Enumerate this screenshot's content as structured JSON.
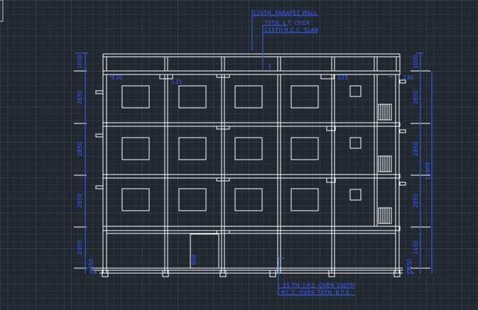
{
  "colors": {
    "background": "#212830",
    "grid_minor": "#2a323c",
    "grid_major": "#323c48",
    "drawing": "#ffffff",
    "annotation": "#3c5bff"
  },
  "notes": {
    "parapet": "125TH. PARAPET WALL",
    "lintel": "75TH. L.T. OVER",
    "slab": "115TH R.C.C. SLAB",
    "ips": "25 TH. I.P.S. OVER 100TH",
    "pcc": "P.C.C. OVER 75TH. B.F.S."
  },
  "dimensions": {
    "left": {
      "parapet": "1000",
      "floor3": "2850",
      "floor2": "2850",
      "floor1": "2850",
      "ground": "2450",
      "plinth": "450"
    },
    "right": {
      "parapet": "1000",
      "floor3": "2850",
      "floor2": "2850",
      "floor1": "2850",
      "ground": "2450",
      "plinth": "450",
      "overall": "11900"
    },
    "top": {
      "left_offset": "230",
      "left_inner": "125",
      "right_inner": "125",
      "right_offset": "230"
    },
    "ground_opening": "900"
  }
}
